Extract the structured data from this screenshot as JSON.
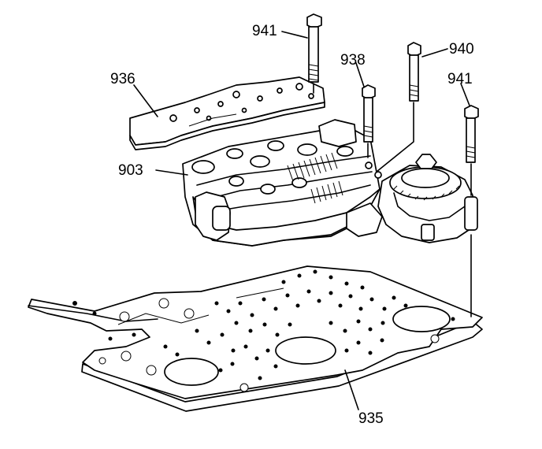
{
  "callouts": {
    "bolt_941_left": "941",
    "bolt_938": "938",
    "bolt_940": "940",
    "bolt_941_right": "941",
    "plate_936": "936",
    "valve_body_903": "903",
    "spacer_plate_935": "935"
  }
}
